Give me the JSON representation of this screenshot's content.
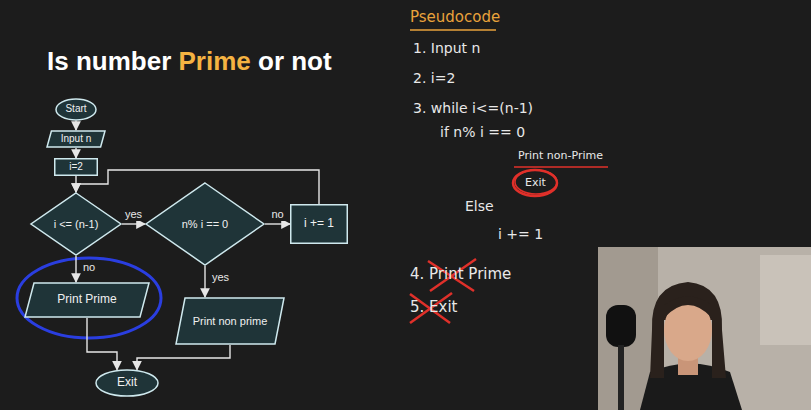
{
  "diagram": {
    "title": "Is number Prime or not",
    "nodes": [
      {
        "text": [
          "Start"
        ]
      },
      {
        "text": [
          "Input n"
        ]
      },
      {
        "text": [
          "i=2"
        ]
      },
      {
        "text": [
          "i <= (n-1)"
        ]
      },
      {
        "text": [
          "n% i == 0"
        ]
      },
      {
        "text": [
          "i += 1"
        ]
      },
      {
        "text": [
          "Print Prime"
        ]
      },
      {
        "text": [
          "Print non prime"
        ]
      },
      {
        "text": [
          "Exit"
        ]
      }
    ],
    "edges": [
      {
        "from": 0,
        "to": 1,
        "arrow": "to"
      },
      {
        "from": 1,
        "to": 2,
        "arrow": "to"
      },
      {
        "from": 2,
        "to": 3,
        "arrow": "to"
      },
      {
        "from": 3,
        "to": 4,
        "label": "yes",
        "arrow": "to"
      },
      {
        "from": 4,
        "to": 5,
        "label": "no",
        "arrow": "to"
      },
      {
        "from": 5,
        "to": 3,
        "arrow": "to"
      },
      {
        "from": 3,
        "to": 6,
        "label": "no",
        "arrow": "to"
      },
      {
        "from": 4,
        "to": 7,
        "label": "yes",
        "arrow": "to"
      },
      {
        "from": 6,
        "to": 8,
        "arrow": "to"
      },
      {
        "from": 7,
        "to": 8,
        "arrow": "to"
      }
    ],
    "labels": [
      "Pseudocode",
      "1. Input n",
      "2. i=2",
      "3. while i<=(n-1)",
      "if n% i == 0",
      "Print non-Prime",
      "Exit",
      "Else",
      "i += 1",
      "4. Print Prime",
      "5. Exit"
    ]
  }
}
